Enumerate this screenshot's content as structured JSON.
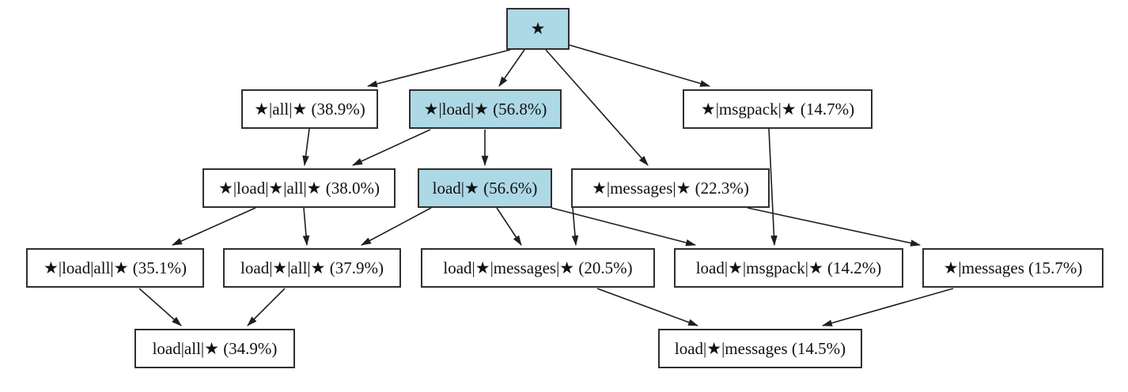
{
  "diagram": {
    "type": "directed-graph",
    "description": "Pattern lattice of pipe-delimited wildcard patterns with support percentages",
    "background_color": "#ffffff",
    "node_fill_color": "#ffffff",
    "highlight_fill_color": "#add8e6",
    "node_border_color": "#2f2f2f",
    "edge_color": "#1f1f1f",
    "nodes": [
      {
        "id": "root",
        "label": "★",
        "highlighted": true
      },
      {
        "id": "star-all-star",
        "label": "★|all|★ (38.9%)",
        "highlighted": false
      },
      {
        "id": "star-load-star",
        "label": "★|load|★ (56.8%)",
        "highlighted": true
      },
      {
        "id": "star-msgpack-star",
        "label": "★|msgpack|★ (14.7%)",
        "highlighted": false
      },
      {
        "id": "star-load-star-all-star",
        "label": "★|load|★|all|★ (38.0%)",
        "highlighted": false
      },
      {
        "id": "load-star",
        "label": "load|★ (56.6%)",
        "highlighted": true
      },
      {
        "id": "star-messages-star",
        "label": "★|messages|★ (22.3%)",
        "highlighted": false
      },
      {
        "id": "star-load-all-star",
        "label": "★|load|all|★ (35.1%)",
        "highlighted": false
      },
      {
        "id": "load-star-all-star",
        "label": "load|★|all|★ (37.9%)",
        "highlighted": false
      },
      {
        "id": "load-star-messages-star",
        "label": "load|★|messages|★ (20.5%)",
        "highlighted": false
      },
      {
        "id": "load-star-msgpack-star",
        "label": "load|★|msgpack|★ (14.2%)",
        "highlighted": false
      },
      {
        "id": "star-messages",
        "label": "★|messages (15.7%)",
        "highlighted": false
      },
      {
        "id": "load-all-star",
        "label": "load|all|★ (34.9%)",
        "highlighted": false
      },
      {
        "id": "load-star-messages",
        "label": "load|★|messages (14.5%)",
        "highlighted": false
      }
    ],
    "edges": [
      {
        "from": "root",
        "to": "star-all-star"
      },
      {
        "from": "root",
        "to": "star-load-star"
      },
      {
        "from": "root",
        "to": "star-messages-star"
      },
      {
        "from": "root",
        "to": "star-msgpack-star"
      },
      {
        "from": "star-all-star",
        "to": "star-load-star-all-star"
      },
      {
        "from": "star-load-star",
        "to": "star-load-star-all-star"
      },
      {
        "from": "star-load-star",
        "to": "load-star"
      },
      {
        "from": "star-msgpack-star",
        "to": "load-star-msgpack-star"
      },
      {
        "from": "star-load-star-all-star",
        "to": "star-load-all-star"
      },
      {
        "from": "star-load-star-all-star",
        "to": "load-star-all-star"
      },
      {
        "from": "load-star",
        "to": "load-star-all-star"
      },
      {
        "from": "load-star",
        "to": "load-star-messages-star"
      },
      {
        "from": "load-star",
        "to": "load-star-msgpack-star"
      },
      {
        "from": "star-messages-star",
        "to": "load-star-messages-star"
      },
      {
        "from": "star-messages-star",
        "to": "star-messages"
      },
      {
        "from": "star-load-all-star",
        "to": "load-all-star"
      },
      {
        "from": "load-star-all-star",
        "to": "load-all-star"
      },
      {
        "from": "load-star-messages-star",
        "to": "load-star-messages"
      },
      {
        "from": "star-messages",
        "to": "load-star-messages"
      }
    ]
  }
}
